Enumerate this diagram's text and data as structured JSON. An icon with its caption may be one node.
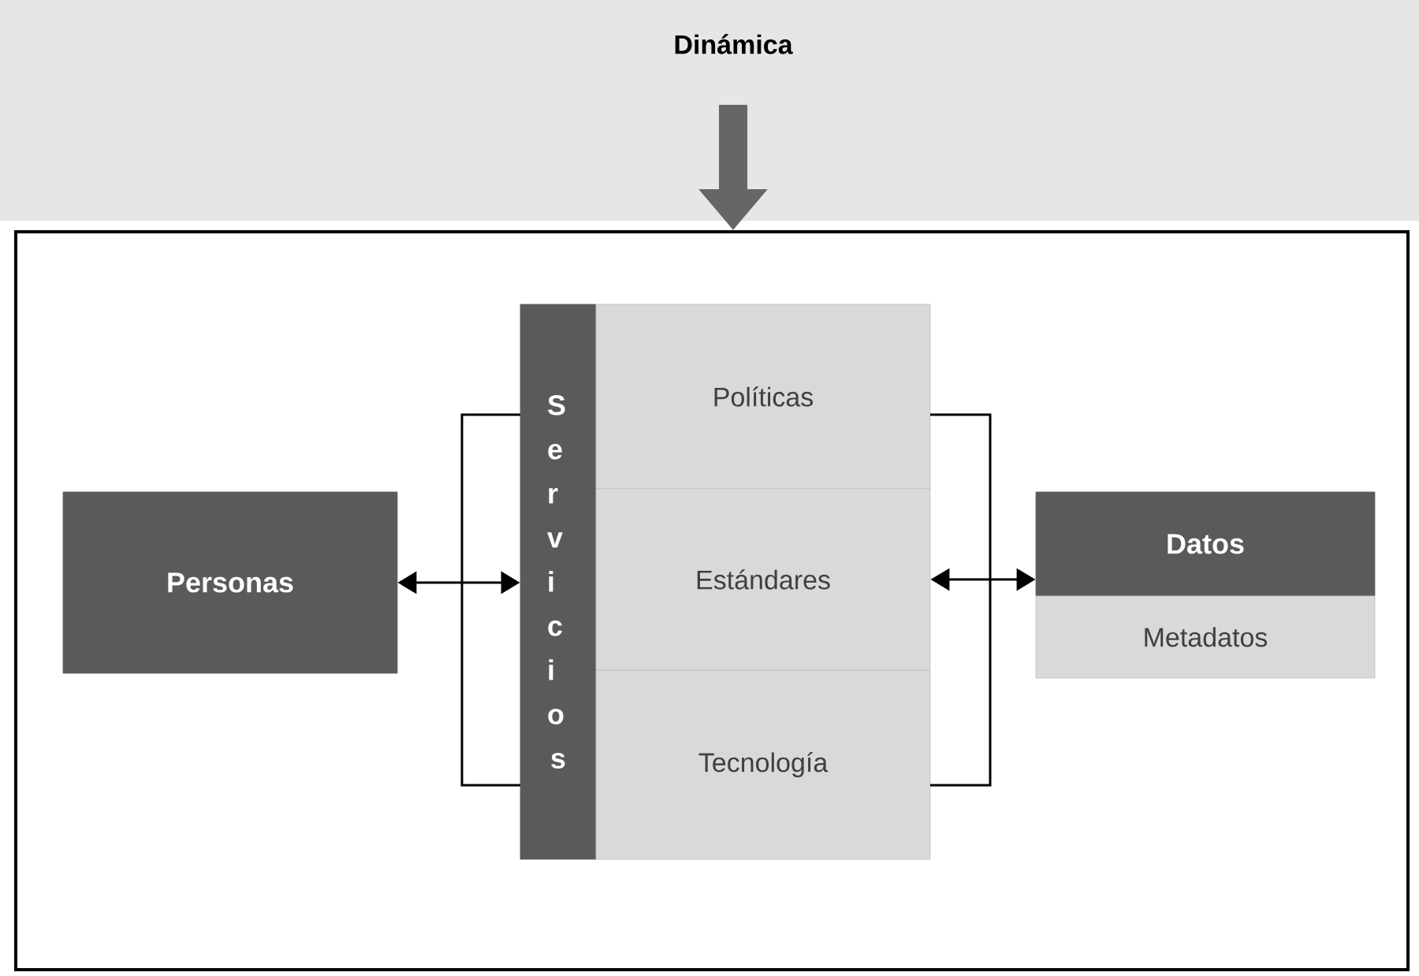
{
  "diagram": {
    "nodes": [
      {
        "text": [
          "Dinámica"
        ]
      },
      {
        "text": [],
        "shape": "box"
      },
      {
        "text": [
          "Personas"
        ],
        "in": 1
      },
      {
        "text": [
          "Servicios"
        ],
        "in": 1
      },
      {
        "text": [
          "Políticas"
        ],
        "in": 1
      },
      {
        "text": [
          "Estándares"
        ],
        "in": 1
      },
      {
        "text": [
          "Tecnología"
        ],
        "in": 1
      },
      {
        "text": [
          "Datos"
        ],
        "in": 1
      },
      {
        "text": [
          "Metadatos"
        ],
        "in": 1
      }
    ],
    "edges": [
      {
        "from": 0,
        "to": 1,
        "arrow": "to",
        "style": "thick",
        "color": "#666666"
      },
      {
        "from": 2,
        "to": 3,
        "arrow": "both"
      },
      {
        "from": 5,
        "to": 7,
        "arrow": "both"
      }
    ]
  }
}
